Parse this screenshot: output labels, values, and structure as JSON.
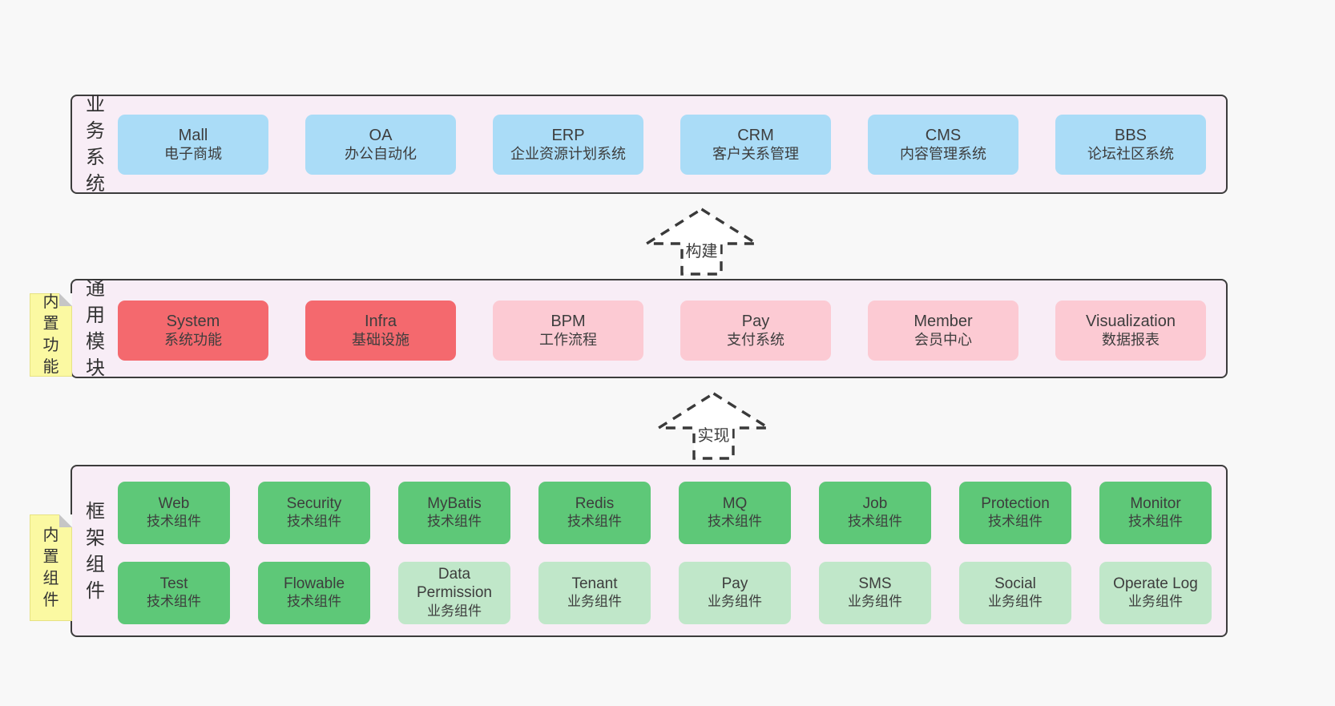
{
  "palette": {
    "page_bg": "#f8f8f8",
    "container_bg": "#f8edf6",
    "container_border": "#3c3c3c",
    "blue": "#aadcf7",
    "red": "#f4696e",
    "pink": "#fccad3",
    "green": "#5ec878",
    "light_green": "#c0e7c9",
    "note_yellow": "#fbf9a2",
    "arrow_stroke": "#3a3a3a",
    "text": "#3d3d3d"
  },
  "arrows": [
    {
      "label": "构建"
    },
    {
      "label": "实现"
    }
  ],
  "layers": [
    {
      "id": "business-systems",
      "label": "业务系统",
      "boxes": [
        {
          "title": "Mall",
          "subtitle": "电子商城",
          "type": "blue"
        },
        {
          "title": "OA",
          "subtitle": "办公自动化",
          "type": "blue"
        },
        {
          "title": "ERP",
          "subtitle": "企业资源计划系统",
          "type": "blue"
        },
        {
          "title": "CRM",
          "subtitle": "客户关系管理",
          "type": "blue"
        },
        {
          "title": "CMS",
          "subtitle": "内容管理系统",
          "type": "blue"
        },
        {
          "title": "BBS",
          "subtitle": "论坛社区系统",
          "type": "blue"
        }
      ]
    },
    {
      "id": "common-modules",
      "label": "通用模块",
      "note": "内置功能",
      "boxes": [
        {
          "title": "System",
          "subtitle": "系统功能",
          "type": "red"
        },
        {
          "title": "Infra",
          "subtitle": "基础设施",
          "type": "red"
        },
        {
          "title": "BPM",
          "subtitle": "工作流程",
          "type": "pink"
        },
        {
          "title": "Pay",
          "subtitle": "支付系统",
          "type": "pink"
        },
        {
          "title": "Member",
          "subtitle": "会员中心",
          "type": "pink"
        },
        {
          "title": "Visualization",
          "subtitle": "数据报表",
          "type": "pink"
        }
      ]
    },
    {
      "id": "framework-components",
      "label": "框架组件",
      "note": "内置组件",
      "rows": [
        [
          {
            "title": "Web",
            "subtitle": "技术组件",
            "type": "green"
          },
          {
            "title": "Security",
            "subtitle": "技术组件",
            "type": "green"
          },
          {
            "title": "MyBatis",
            "subtitle": "技术组件",
            "type": "green"
          },
          {
            "title": "Redis",
            "subtitle": "技术组件",
            "type": "green"
          },
          {
            "title": "MQ",
            "subtitle": "技术组件",
            "type": "green"
          },
          {
            "title": "Job",
            "subtitle": "技术组件",
            "type": "green"
          },
          {
            "title": "Protection",
            "subtitle": "技术组件",
            "type": "green"
          },
          {
            "title": "Monitor",
            "subtitle": "技术组件",
            "type": "green"
          }
        ],
        [
          {
            "title": "Test",
            "subtitle": "技术组件",
            "type": "green"
          },
          {
            "title": "Flowable",
            "subtitle": "技术组件",
            "type": "green"
          },
          {
            "title": "Data Permission",
            "subtitle": "业务组件",
            "type": "lgreen"
          },
          {
            "title": "Tenant",
            "subtitle": "业务组件",
            "type": "lgreen"
          },
          {
            "title": "Pay",
            "subtitle": "业务组件",
            "type": "lgreen"
          },
          {
            "title": "SMS",
            "subtitle": "业务组件",
            "type": "lgreen"
          },
          {
            "title": "Social",
            "subtitle": "业务组件",
            "type": "lgreen"
          },
          {
            "title": "Operate Log",
            "subtitle": "业务组件",
            "type": "lgreen"
          }
        ]
      ]
    }
  ]
}
